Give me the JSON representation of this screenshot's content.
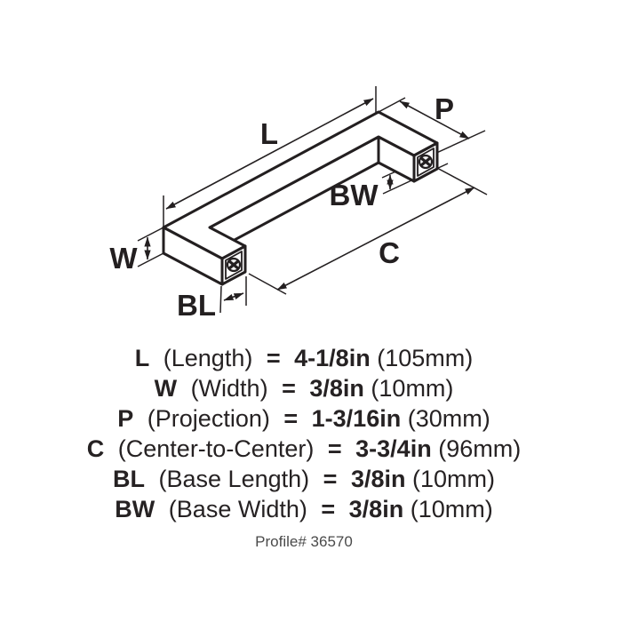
{
  "diagram": {
    "labels": {
      "length": "L",
      "projection": "P",
      "base_width": "BW",
      "center_to_center": "C",
      "width": "W",
      "base_length": "BL"
    }
  },
  "specs": {
    "rows": [
      {
        "abbr": "L",
        "name": "(Length)",
        "eq": "=",
        "value": "4-1/8in",
        "metric": "(105mm)"
      },
      {
        "abbr": "W",
        "name": "(Width)",
        "eq": "=",
        "value": "3/8in",
        "metric": "(10mm)"
      },
      {
        "abbr": "P",
        "name": "(Projection)",
        "eq": "=",
        "value": "1-3/16in",
        "metric": "(30mm)"
      },
      {
        "abbr": "C",
        "name": "(Center-to-Center)",
        "eq": "=",
        "value": "3-3/4in",
        "metric": "(96mm)"
      },
      {
        "abbr": "BL",
        "name": "(Base Length)",
        "eq": "=",
        "value": "3/8in",
        "metric": "(10mm)"
      },
      {
        "abbr": "BW",
        "name": "(Base Width)",
        "eq": "=",
        "value": "3/8in",
        "metric": "(10mm)"
      }
    ]
  },
  "footer": {
    "profile": "Profile# 36570"
  },
  "colors": {
    "ink": "#231f20",
    "muted": "#4a4a4a",
    "background": "#ffffff"
  }
}
